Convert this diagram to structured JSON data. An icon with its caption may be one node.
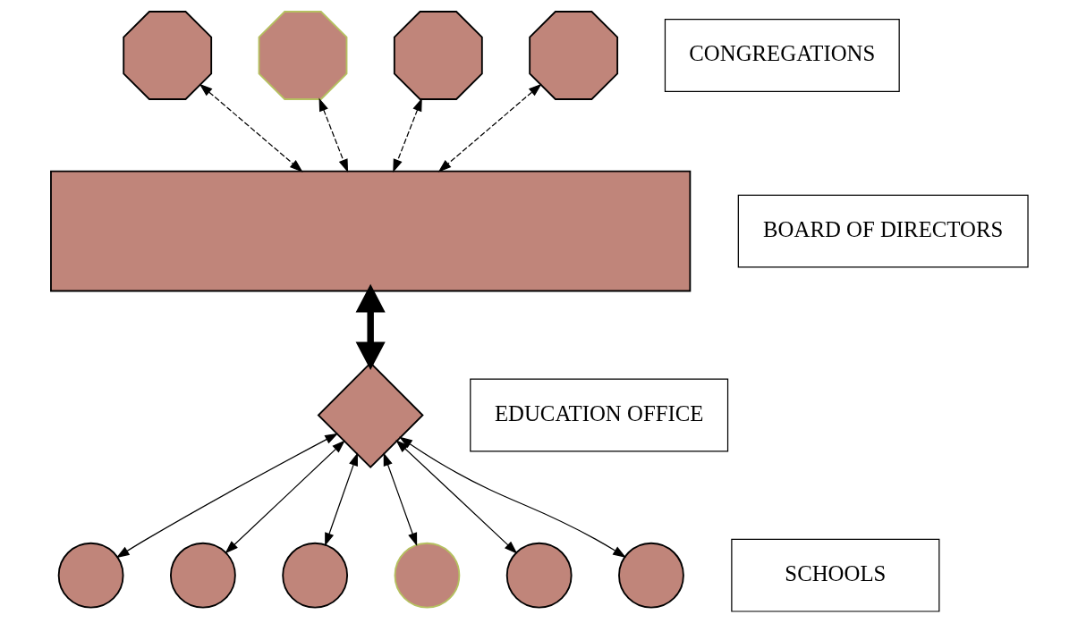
{
  "diagram": {
    "nodes": [
      {
        "text": [],
        "shape": "octagon"
      },
      {
        "text": [],
        "shape": "octagon"
      },
      {
        "text": [],
        "shape": "octagon"
      },
      {
        "text": [],
        "shape": "octagon"
      },
      {
        "text": [
          "CONGREGATIONS"
        ]
      },
      {
        "text": [],
        "shape": "box"
      },
      {
        "text": [
          "BOARD OF DIRECTORS"
        ]
      },
      {
        "text": [],
        "shape": "diamond"
      },
      {
        "text": [
          "EDUCATION OFFICE"
        ]
      },
      {
        "text": [],
        "shape": "circle"
      },
      {
        "text": [],
        "shape": "circle"
      },
      {
        "text": [],
        "shape": "circle"
      },
      {
        "text": [],
        "shape": "circle"
      },
      {
        "text": [],
        "shape": "circle"
      },
      {
        "text": [],
        "shape": "circle"
      },
      {
        "text": [
          "SCHOOLS"
        ]
      }
    ],
    "edges": [
      {
        "from": 0,
        "to": 5,
        "arrow": "both",
        "style": "dashed"
      },
      {
        "from": 1,
        "to": 5,
        "arrow": "both",
        "style": "dashed"
      },
      {
        "from": 2,
        "to": 5,
        "arrow": "both",
        "style": "dashed"
      },
      {
        "from": 3,
        "to": 5,
        "arrow": "both",
        "style": "dashed"
      },
      {
        "from": 5,
        "to": 7,
        "arrow": "both",
        "style": "thick"
      },
      {
        "from": 7,
        "to": 9,
        "arrow": "both"
      },
      {
        "from": 7,
        "to": 10,
        "arrow": "both"
      },
      {
        "from": 7,
        "to": 11,
        "arrow": "both"
      },
      {
        "from": 7,
        "to": 12,
        "arrow": "both"
      },
      {
        "from": 7,
        "to": 13,
        "arrow": "both"
      },
      {
        "from": 7,
        "to": 14,
        "arrow": "both"
      }
    ]
  }
}
